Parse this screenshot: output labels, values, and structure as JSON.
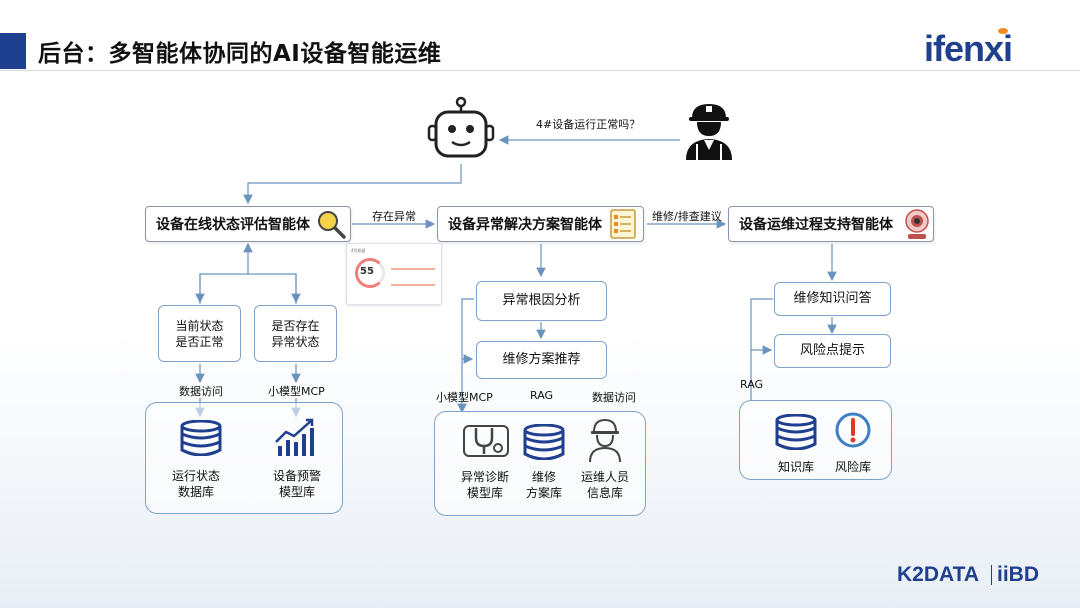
{
  "header": {
    "title": "后台：多智能体协同的AI设备智能运维",
    "logo": "ifenxi"
  },
  "question": "4#设备运行正常吗？",
  "agents": {
    "a1": "设备在线状态评估智能体",
    "a2": "设备异常解决方案智能体",
    "a3": "设备运维过程支持智能体"
  },
  "edges": {
    "e12": "存在异常",
    "e23": "维修/排查建议"
  },
  "left": {
    "q1": "当前状态\n是否正常",
    "q2": "是否存在\n异常状态",
    "link1": "数据访问",
    "link2": "小模型MCP",
    "db1": "运行状态\n数据库",
    "db2": "设备预警\n模型库"
  },
  "card": {
    "title": "4号机组",
    "value": "55"
  },
  "middle": {
    "s1": "异常根因分析",
    "s2": "维修方案推荐",
    "link1": "小模型MCP",
    "link2": "RAG",
    "link3": "数据访问",
    "db1": "异常诊断\n模型库",
    "db2": "维修\n方案库",
    "db3": "运维人员\n信息库"
  },
  "right": {
    "s1": "维修知识问答",
    "s2": "风险点提示",
    "link1": "RAG",
    "db1": "知识库",
    "db2": "风险库"
  },
  "footer": {
    "logo_left": "K2DATA",
    "logo_right": "iiBD"
  },
  "colors": {
    "brand": "#1f3f8f",
    "accent": "#f08a1c",
    "line": "#7fa3c9",
    "icon": "#1f3f8f"
  }
}
